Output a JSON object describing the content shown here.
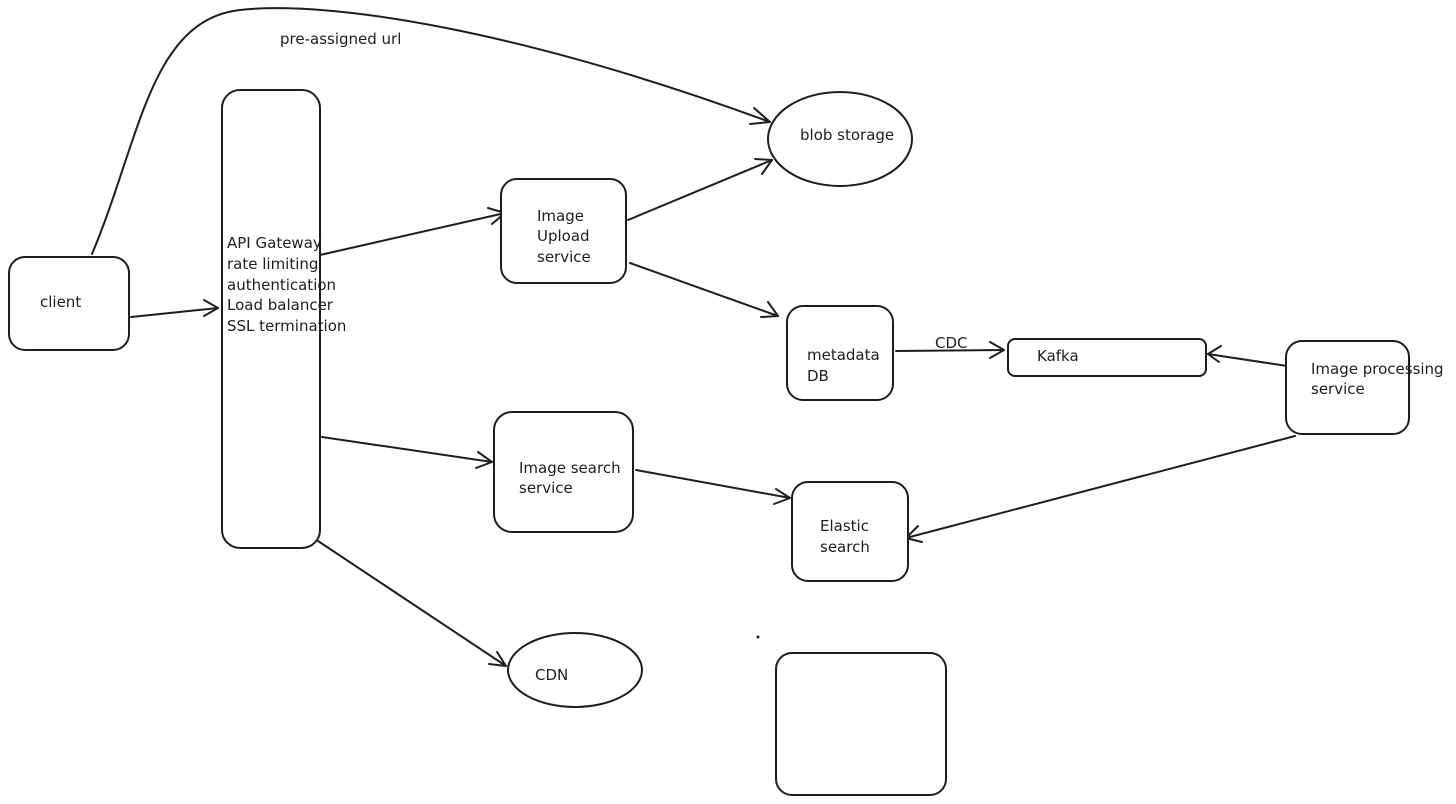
{
  "diagram": {
    "nodes": {
      "client": {
        "lines": [
          "client"
        ]
      },
      "gateway": {
        "lines": [
          "API Gateway",
          "rate limiting",
          "authentication",
          "Load balancer",
          "SSL termination"
        ]
      },
      "upload": {
        "lines": [
          "Image",
          "Upload",
          "service"
        ]
      },
      "blob": {
        "lines": [
          "blob storage"
        ]
      },
      "metadata": {
        "lines": [
          "metadata",
          "DB"
        ]
      },
      "kafka": {
        "lines": [
          "Kafka"
        ]
      },
      "processing": {
        "lines": [
          "Image processing",
          "service"
        ]
      },
      "search": {
        "lines": [
          "Image search",
          "service"
        ]
      },
      "elastic": {
        "lines": [
          "Elastic",
          "search"
        ]
      },
      "cdn": {
        "lines": [
          "CDN"
        ]
      },
      "empty_box": {
        "lines": []
      }
    },
    "edge_labels": {
      "presigned": "pre-assigned url",
      "cdc": "CDC"
    },
    "edges": [
      {
        "name": "edge-client-to-blob",
        "from": "client",
        "to": "blob",
        "label": "presigned"
      },
      {
        "name": "edge-client-to-gateway",
        "from": "client",
        "to": "gateway"
      },
      {
        "name": "edge-gateway-to-upload",
        "from": "gateway",
        "to": "upload"
      },
      {
        "name": "edge-upload-to-blob",
        "from": "upload",
        "to": "blob"
      },
      {
        "name": "edge-upload-to-metadata",
        "from": "upload",
        "to": "metadata"
      },
      {
        "name": "edge-metadata-to-kafka",
        "from": "metadata",
        "to": "kafka",
        "label": "cdc"
      },
      {
        "name": "edge-processing-to-kafka",
        "from": "processing",
        "to": "kafka"
      },
      {
        "name": "edge-processing-to-elastic",
        "from": "processing",
        "to": "elastic"
      },
      {
        "name": "edge-gateway-to-search",
        "from": "gateway",
        "to": "search"
      },
      {
        "name": "edge-search-to-elastic",
        "from": "search",
        "to": "elastic"
      },
      {
        "name": "edge-gateway-to-cdn",
        "from": "gateway",
        "to": "cdn"
      }
    ]
  }
}
